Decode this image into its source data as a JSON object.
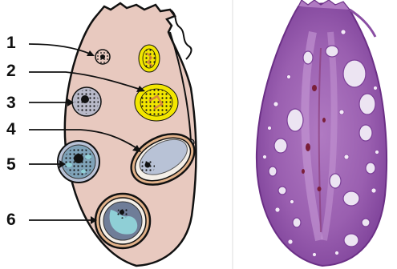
{
  "labels": [
    {
      "id": 1,
      "text": "1"
    },
    {
      "id": 2,
      "text": "2"
    },
    {
      "id": 3,
      "text": "3"
    },
    {
      "id": 4,
      "text": "4"
    },
    {
      "id": 5,
      "text": "5"
    },
    {
      "id": 6,
      "text": "6"
    }
  ],
  "colors": {
    "ovary_fill": "#e8c9bf",
    "outline": "#111111",
    "follicle_halo": "#f2e600",
    "oocyte_blue": "#8fcfd6",
    "antrum_fill": "#b8c2d6",
    "tissue_purple": "#9a5fb0",
    "tissue_light": "#d9b8e4"
  }
}
